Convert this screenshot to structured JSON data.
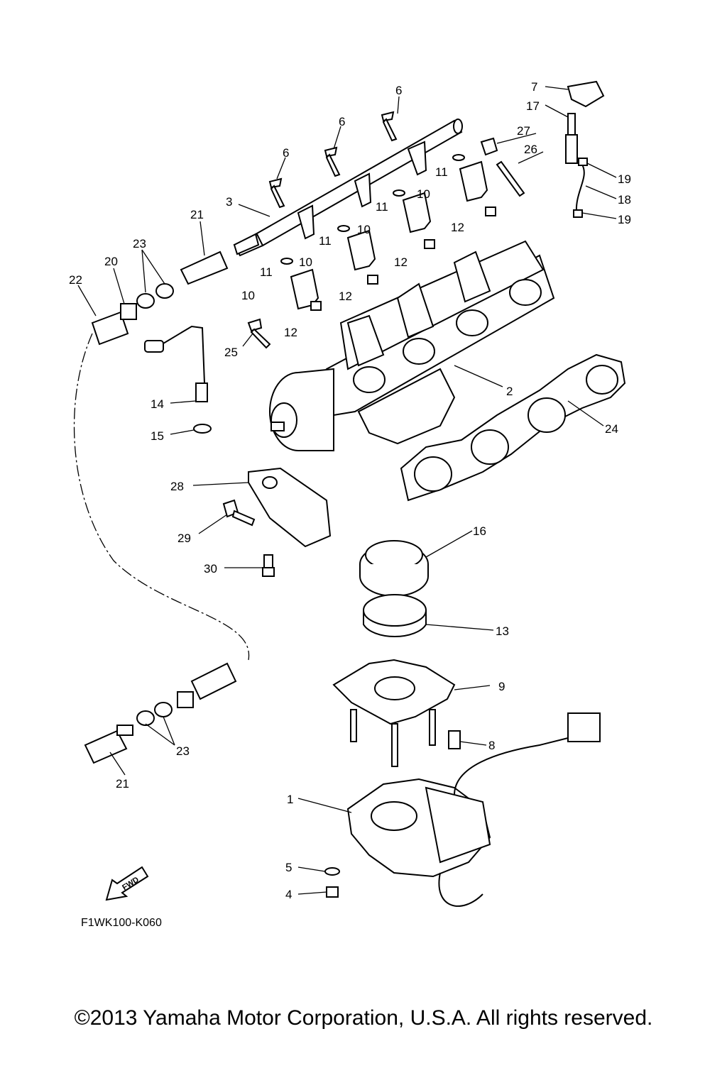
{
  "callouts": [
    {
      "id": "1",
      "text": "1"
    },
    {
      "id": "2",
      "text": "2"
    },
    {
      "id": "3",
      "text": "3"
    },
    {
      "id": "4",
      "text": "4"
    },
    {
      "id": "5",
      "text": "5"
    },
    {
      "id": "6a",
      "text": "6"
    },
    {
      "id": "6b",
      "text": "6"
    },
    {
      "id": "6c",
      "text": "6"
    },
    {
      "id": "7",
      "text": "7"
    },
    {
      "id": "8",
      "text": "8"
    },
    {
      "id": "9",
      "text": "9"
    },
    {
      "id": "10a",
      "text": "10"
    },
    {
      "id": "10b",
      "text": "10"
    },
    {
      "id": "10c",
      "text": "10"
    },
    {
      "id": "10d",
      "text": "10"
    },
    {
      "id": "11a",
      "text": "11"
    },
    {
      "id": "11b",
      "text": "11"
    },
    {
      "id": "11c",
      "text": "11"
    },
    {
      "id": "11d",
      "text": "11"
    },
    {
      "id": "12a",
      "text": "12"
    },
    {
      "id": "12b",
      "text": "12"
    },
    {
      "id": "12c",
      "text": "12"
    },
    {
      "id": "12d",
      "text": "12"
    },
    {
      "id": "13",
      "text": "13"
    },
    {
      "id": "14",
      "text": "14"
    },
    {
      "id": "15",
      "text": "15"
    },
    {
      "id": "16",
      "text": "16"
    },
    {
      "id": "17",
      "text": "17"
    },
    {
      "id": "18",
      "text": "18"
    },
    {
      "id": "19a",
      "text": "19"
    },
    {
      "id": "19b",
      "text": "19"
    },
    {
      "id": "20",
      "text": "20"
    },
    {
      "id": "21a",
      "text": "21"
    },
    {
      "id": "21b",
      "text": "21"
    },
    {
      "id": "22",
      "text": "22"
    },
    {
      "id": "23a",
      "text": "23"
    },
    {
      "id": "23b",
      "text": "23"
    },
    {
      "id": "24",
      "text": "24"
    },
    {
      "id": "25",
      "text": "25"
    },
    {
      "id": "26",
      "text": "26"
    },
    {
      "id": "27",
      "text": "27"
    },
    {
      "id": "28",
      "text": "28"
    },
    {
      "id": "29",
      "text": "29"
    },
    {
      "id": "30",
      "text": "30"
    }
  ],
  "fwd_label": "FWD",
  "drawing_code": "F1WK100-K060",
  "copyright": "©2013 Yamaha Motor Corporation, U.S.A. All rights reserved."
}
